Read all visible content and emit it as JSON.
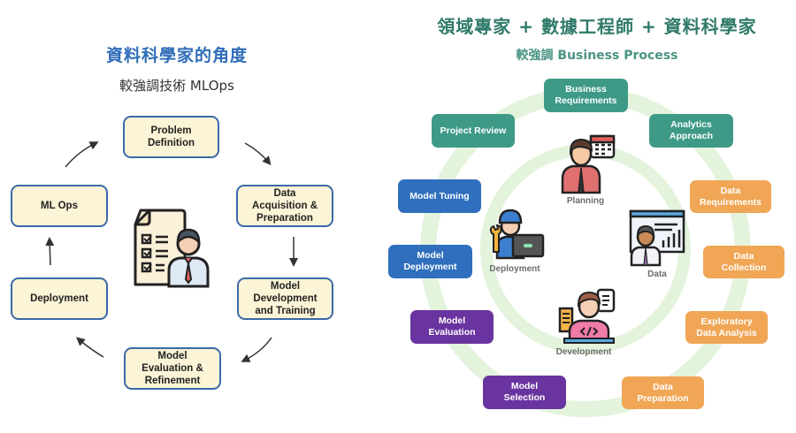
{
  "left_panel": {
    "title": "資料科學家的角度",
    "subtitle": "較強調技術 MLOps",
    "cycle_steps": [
      {
        "id": "problem-definition",
        "label": "Problem\nDefinition"
      },
      {
        "id": "data-acquisition",
        "label": "Data\nAcquisition &\nPreparation"
      },
      {
        "id": "model-development",
        "label": "Model\nDevelopment\nand Training"
      },
      {
        "id": "model-evaluation",
        "label": "Model\nEvaluation &\nRefinement"
      },
      {
        "id": "deployment",
        "label": "Deployment"
      },
      {
        "id": "ml-ops",
        "label": "ML Ops"
      }
    ],
    "center_icon": "checklist-person-icon",
    "colors": {
      "box_fill": "#fbf4d6",
      "box_border": "#3a6aa8",
      "title": "#2f6db8",
      "arrow": "#333333"
    }
  },
  "right_panel": {
    "title": "領域專家 + 數據工程師 + 資料科學家",
    "subtitle": "較強調 Business  Process",
    "steps": [
      {
        "id": "business-requirements",
        "label": "Business\nRequirements",
        "group": "teal"
      },
      {
        "id": "analytics-approach",
        "label": "Analytics\nApproach",
        "group": "teal"
      },
      {
        "id": "data-requirements",
        "label": "Data\nRequirements",
        "group": "orange"
      },
      {
        "id": "data-collection",
        "label": "Data\nCollection",
        "group": "orange"
      },
      {
        "id": "exploratory-data-analysis",
        "label": "Exploratory\nData Analysis",
        "group": "orange"
      },
      {
        "id": "data-preparation",
        "label": "Data\nPreparation",
        "group": "orange"
      },
      {
        "id": "model-selection",
        "label": "Model\nSelection",
        "group": "purple"
      },
      {
        "id": "model-evaluation",
        "label": "Model\nEvaluation",
        "group": "purple"
      },
      {
        "id": "model-deployment",
        "label": "Model\nDeployment",
        "group": "blue"
      },
      {
        "id": "model-tuning",
        "label": "Model Tuning",
        "group": "blue"
      },
      {
        "id": "project-review",
        "label": "Project Review",
        "group": "teal"
      }
    ],
    "roles": [
      {
        "id": "planning",
        "label": "Planning",
        "icon": "planner-calendar-icon"
      },
      {
        "id": "data",
        "label": "Data",
        "icon": "presenter-chart-icon"
      },
      {
        "id": "development",
        "label": "Development",
        "icon": "developer-code-icon"
      },
      {
        "id": "deployment",
        "label": "Deployment",
        "icon": "engineer-laptop-icon"
      }
    ],
    "colors": {
      "teal": "#3e9a86",
      "blue": "#2f6fbd",
      "purple": "#6a34a0",
      "orange": "#f0a655",
      "ring": "#e3f3dc",
      "title": "#2f7a6a"
    }
  }
}
